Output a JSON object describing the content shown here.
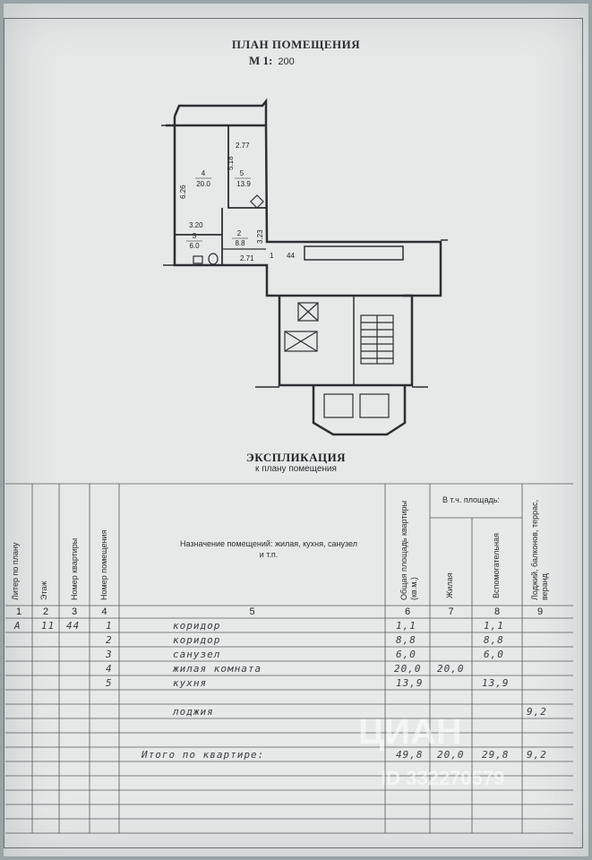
{
  "plan": {
    "title": "ПЛАН ПОМЕЩЕНИЯ",
    "scale_label": "М 1:",
    "scale_value": "200",
    "rooms": [
      {
        "num": "4",
        "area": "20.0"
      },
      {
        "num": "5",
        "area": "13.9"
      },
      {
        "num": "2",
        "area": "8.8"
      },
      {
        "num": "3",
        "area": "6.0"
      },
      {
        "num": "1"
      }
    ],
    "dimensions": [
      "2.77",
      "5.18",
      "6.26",
      "3.20",
      "3.23",
      "2.71",
      "44"
    ]
  },
  "explication": {
    "title": "ЭКСПЛИКАЦИЯ",
    "subtitle": "к плану помещения",
    "headers": {
      "c1": "Литер по плану",
      "c2": "Этаж",
      "c3": "Номер квартиры",
      "c4": "Номер помещения",
      "c5": "Назначение помещений: жилая, кухня, санузел и т.п.",
      "c6": "Общая площадь квартиры (кв.м.)",
      "incl": "В т.ч. площадь:",
      "c7": "Жилая",
      "c8": "Вспомогательная",
      "c9": "Лоджий, балконов, террас, веранд"
    },
    "col_numbers": [
      "1",
      "2",
      "3",
      "4",
      "5",
      "6",
      "7",
      "8",
      "9"
    ],
    "rows": [
      {
        "liter": "А",
        "floor": "11",
        "apt": "44",
        "room": "1",
        "purpose": "коридор",
        "total": "1,1",
        "living": "",
        "aux": "1,1",
        "loggia": ""
      },
      {
        "liter": "",
        "floor": "",
        "apt": "",
        "room": "2",
        "purpose": "коридор",
        "total": "8,8",
        "living": "",
        "aux": "8,8",
        "loggia": ""
      },
      {
        "liter": "",
        "floor": "",
        "apt": "",
        "room": "3",
        "purpose": "санузел",
        "total": "6,0",
        "living": "",
        "aux": "6,0",
        "loggia": ""
      },
      {
        "liter": "",
        "floor": "",
        "apt": "",
        "room": "4",
        "purpose": "жилая комната",
        "total": "20,0",
        "living": "20,0",
        "aux": "",
        "loggia": ""
      },
      {
        "liter": "",
        "floor": "",
        "apt": "",
        "room": "5",
        "purpose": "кухня",
        "total": "13,9",
        "living": "",
        "aux": "13,9",
        "loggia": ""
      },
      {
        "liter": "",
        "floor": "",
        "apt": "",
        "room": "",
        "purpose": "",
        "total": "",
        "living": "",
        "aux": "",
        "loggia": ""
      },
      {
        "liter": "",
        "floor": "",
        "apt": "",
        "room": "",
        "purpose": "лоджия",
        "total": "",
        "living": "",
        "aux": "",
        "loggia": "9,2"
      }
    ],
    "total_row": {
      "label": "Итого по квартире:",
      "total": "49,8",
      "living": "20,0",
      "aux": "29,8",
      "loggia": "9,2"
    }
  },
  "watermark": {
    "brand": "ЦИАН",
    "id": "ID 332270579"
  }
}
